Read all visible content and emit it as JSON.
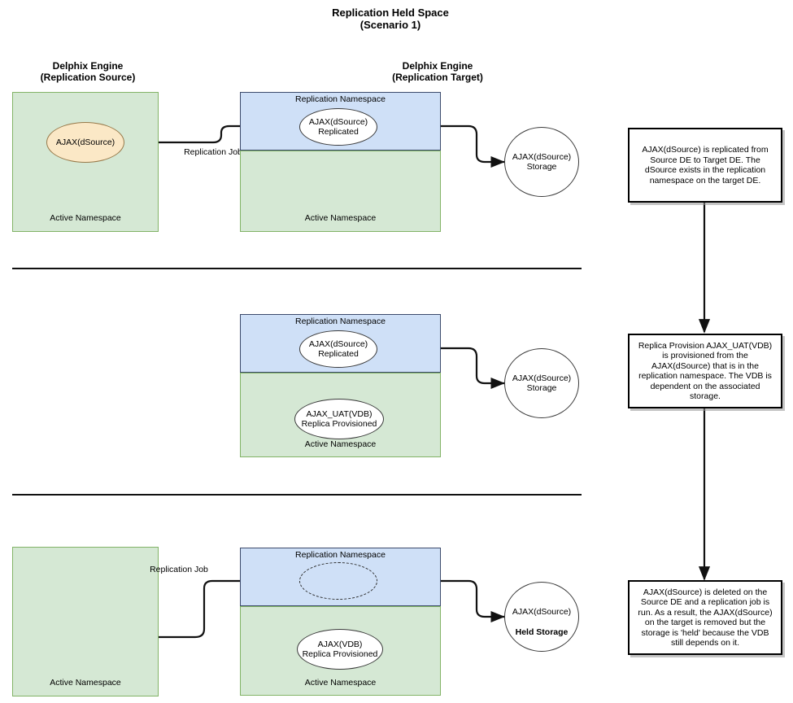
{
  "diagram": {
    "title": "Replication Held Space\n(Scenario 1)",
    "headers": {
      "source": "Delphix Engine\n(Replication Source)",
      "target": "Delphix Engine\n(Replication Target)"
    },
    "labels": {
      "active_namespace": "Active Namespace",
      "replication_namespace": "Replication Namespace",
      "replication_job": "Replication Job"
    },
    "colors": {
      "active_namespace_fill": "#d5e8d4",
      "active_namespace_stroke": "#82b366",
      "replication_namespace_fill": "#cfe0f7",
      "replication_namespace_stroke": "#3c4a6b",
      "source_node_fill": "#fbe8c6",
      "source_node_stroke": "#97794a",
      "node_fill": "#ffffff",
      "node_stroke": "#3a3a3a",
      "edge": "#111111",
      "note_border": "#000000"
    },
    "rows": [
      {
        "id": "row-1",
        "source_node": "AJAX(dSource)",
        "replicated_node": "AJAX(dSource)\nReplicated",
        "storage_node": "AJAX(dSource)\nStorage",
        "storage_node_line1": "AJAX(dSource)",
        "storage_node_line2": "Storage",
        "edge_label": "Replication Job",
        "note": "AJAX(dSource) is replicated from Source DE to Target DE.  The dSource exists in the replication namespace on the target DE."
      },
      {
        "id": "row-2",
        "replicated_node": "AJAX(dSource)\nReplicated",
        "vdb_node": "AJAX_UAT(VDB)\nReplica Provisioned",
        "storage_node": "AJAX(dSource)\nStorage",
        "storage_node_line1": "AJAX(dSource)",
        "storage_node_line2": "Storage",
        "note": "Replica Provision AJAX_UAT(VDB) is provisioned from the AJAX(dSource) that is in the replication namespace.  The VDB is dependent on the associated storage."
      },
      {
        "id": "row-3",
        "replicated_node": "",
        "vdb_node": "AJAX(VDB)\nReplica Provisioned",
        "storage_node_line1": "AJAX(dSource)",
        "storage_node_line2": "Held Storage",
        "edge_label": "Replication Job",
        "note": "AJAX(dSource) is deleted on the Source DE and a replication job is run.  As a result, the AJAX(dSource) on the target is removed but the storage is 'held' because the VDB still depends on it."
      }
    ]
  }
}
